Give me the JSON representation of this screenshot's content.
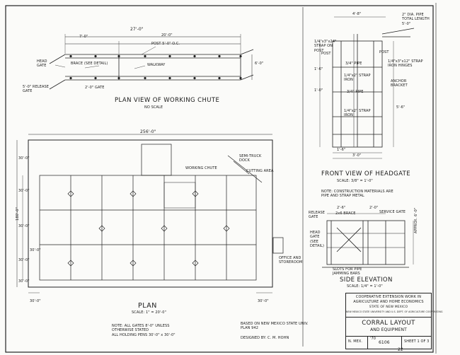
{
  "chute_plan": {
    "title": "PLAN VIEW OF WORKING CHUTE",
    "scale": "NO SCALE",
    "dim_overall": "27'-0\"",
    "dim_a": "7'-0\"",
    "dim_b": "20'-0\"",
    "post_note": "POST 5'-0\" O.C.",
    "head_gate": "HEAD\nGATE",
    "brace": "BRACE (SEE DETAIL)",
    "walkway": "WALKWAY",
    "release_gate": "5'-0\" RELEASE\nGATE",
    "gate_2": "2'-0\" GATE",
    "width_label": "6'-0\""
  },
  "plan": {
    "title": "PLAN",
    "scale": "SCALE: 1\" = 20'-0\"",
    "overall_width": "256'-0\"",
    "overall_height": "180'-0\"",
    "row_dims": [
      "30'-0\"",
      "30'-0\"",
      "30'-0\"",
      "30'-0\"",
      "30'-0\""
    ],
    "side_note": "30'-0\"",
    "bottom_left": "30'-0\"",
    "bottom_right": "30'-0\"",
    "working_chute": "WORKING CHUTE",
    "semi_truck_dock": "SEMI-TRUCK\nDOCK",
    "cutting_area": "CUTTING AREA",
    "office": "OFFICE AND\nSTOREROOM"
  },
  "notes": {
    "note": "NOTE: ALL GATES 8'-0\" UNLESS\nOTHERWISE STATED\nALL HOLDING PENS 30'-0\" x 30'-0\"",
    "based_on": "BASED ON NEW MEXICO STATE UNIV.\nPLAN 942",
    "designed_by": "DESIGNED BY: C. M. HOHN"
  },
  "headgate": {
    "title": "FRONT VIEW OF HEADGATE",
    "scale": "SCALE: 3/8\" = 1'-0\"",
    "pipe_note": "2\" DIA. PIPE\nTOTAL LENGTH\n5'-0\"",
    "strap_post": "1/4\"x3\"x24\"\nSTRAP ON\nPOST",
    "post_left": "POST",
    "post_right": "POST",
    "pipe_1": "3/4\" PIPE",
    "hinges": "1/4\"x3\"x12\" STRAP\nIRON HINGES",
    "strap_a": "1/4\"x2\" STRAP\nIRON",
    "pipe_2": "3/4\" PIPE",
    "anchor": "ANCHOR\nBRACKET",
    "strap_b": "1/4\"x2\" STRAP\nIRON",
    "dim_top": "4'-8\"",
    "dim_right": "5'-6\"",
    "dim_left": "1'-6\"",
    "dim_left2": "1'-0\"",
    "dim_b1": "1'-6\"",
    "dim_b2": "3'-0\"",
    "construction_note": "NOTE: CONSTRUCTION MATERIALS ARE\nPIPE AND STRAP METAL"
  },
  "side_elevation": {
    "title": "SIDE ELEVATION",
    "scale": "SCALE: 1/4\" = 1'-0\"",
    "dim_top1": "2'-6\"",
    "dim_top2": "2'-0\"",
    "release_gate": "RELEASE\nGATE",
    "brace": "2x6 BRACE",
    "service_gate": "SERVICE GATE",
    "head_gate": "HEAD\nGATE\n(SEE\nDETAIL)",
    "slots": "SLOTS FOR PIPE\nJAMMING BARS",
    "approx": "APPROX. 6'-0\""
  },
  "title_block": {
    "line1": "COOPERATIVE EXTENSION WORK IN",
    "line2": "AGRICULTURE AND HOME ECONOMICS",
    "line3": "STATE OF NEW MEXICO",
    "line4": "NEW MEXICO STATE UNIVERSITY AND U.S. DEPT. OF AGRICULTURE COOPERATING",
    "drawing_title": "CORRAL LAYOUT",
    "drawing_sub": "AND EQUIPMENT",
    "state": "N. MEX.",
    "year": "'70",
    "number": "6106",
    "sheet": "SHEET 1 OF 3"
  },
  "page_number": "22"
}
